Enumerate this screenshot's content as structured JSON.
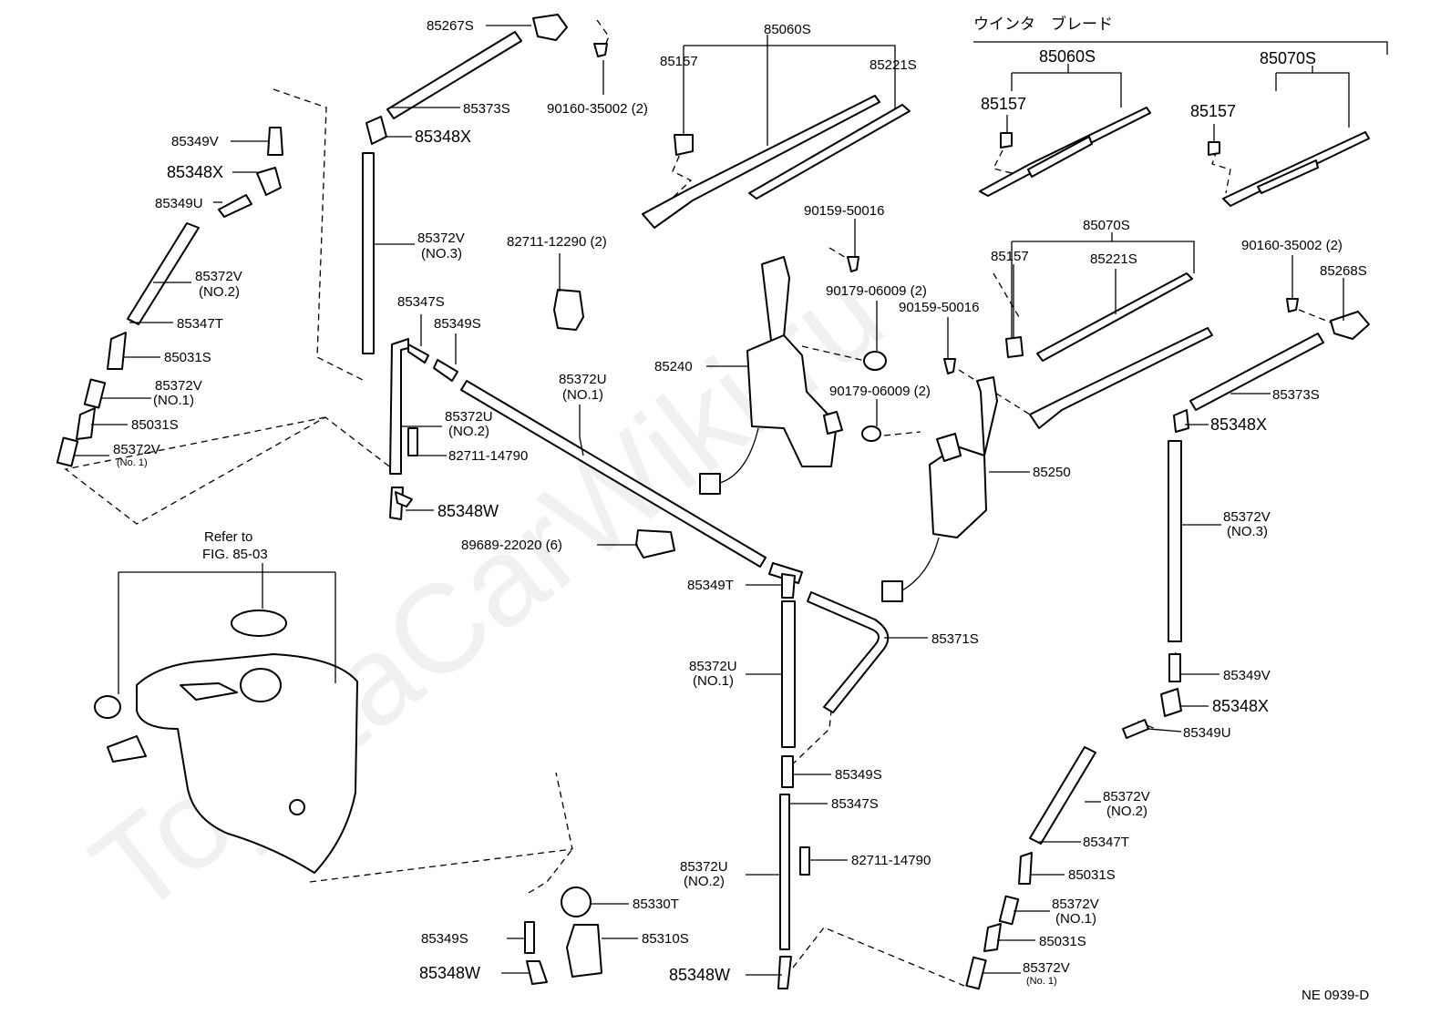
{
  "watermark": "ToyotaCarWiki.ru",
  "figure_code": "NE 0939-D",
  "header_japanese": "ウインタ　ブレード",
  "refer_line1": "Refer to",
  "refer_line2": "FIG. 85-03",
  "labels": {
    "l_85267S": "85267S",
    "l_85373S_a": "85373S",
    "l_90160_a": "90160-35002 (2)",
    "l_85348X_a": "85348X",
    "l_85349V_a": "85349V",
    "l_85348X_b": "85348X",
    "l_85349U_a": "85349U",
    "l_85372V_n2_a": "85372V",
    "l_no2_a": "(NO.2)",
    "l_85347T_a": "85347T",
    "l_85031S_a": "85031S",
    "l_85372V_n1_a": "85372V",
    "l_no1_a": "(NO.1)",
    "l_85031S_b": "85031S",
    "l_85372V_n1b": "85372V",
    "l_no1_sm_a": "(No. 1)",
    "l_85372V_n3_a": "85372V",
    "l_no3_a": "(NO.3)",
    "l_85347S_a": "85347S",
    "l_85349S_a": "85349S",
    "l_85372U_n2_a": "85372U",
    "l_no2_b": "(NO.2)",
    "l_82711_14790_a": "82711-14790",
    "l_85348W_a": "85348W",
    "l_82711_12290": "82711-12290 (2)",
    "l_85372U_n1_a": "85372U",
    "l_no1_b": "(NO.1)",
    "l_89689": "89689-22020 (6)",
    "l_85349T": "85349T",
    "l_85060S_a": "85060S",
    "l_85157_a": "85157",
    "l_85221S_a": "85221S",
    "l_90159_a": "90159-50016",
    "l_85240": "85240",
    "l_90179_a": "90179-06009 (2)",
    "l_90179_b": "90179-06009 (2)",
    "l_90159_b": "90159-50016",
    "l_85250": "85250",
    "l_85371S": "85371S",
    "l_85372U_n1_b": "85372U",
    "l_no1_c": "(NO.1)",
    "l_85349S_b": "85349S",
    "l_85347S_b": "85347S",
    "l_85372U_n2_b": "85372U",
    "l_no2_c": "(NO.2)",
    "l_82711_14790_b": "82711-14790",
    "l_85348W_b": "85348W",
    "l_85330T": "85330T",
    "l_85310S": "85310S",
    "l_85349S_c": "85349S",
    "l_85348W_c": "85348W",
    "l_85060S_b": "85060S",
    "l_85070S_a": "85070S",
    "l_85157_b": "85157",
    "l_85157_c": "85157",
    "l_85070S_b": "85070S",
    "l_85157_d": "85157",
    "l_85221S_b": "85221S",
    "l_90160_b": "90160-35002 (2)",
    "l_85268S": "85268S",
    "l_85373S_b": "85373S",
    "l_85348X_c": "85348X",
    "l_85372V_n3_b": "85372V",
    "l_no3_b": "(NO.3)",
    "l_85349V_b": "85349V",
    "l_85348X_d": "85348X",
    "l_85349U_b": "85349U",
    "l_85372V_n2_b": "85372V",
    "l_no2_d": "(NO.2)",
    "l_85347T_b": "85347T",
    "l_85031S_c": "85031S",
    "l_85372V_n1_c": "85372V",
    "l_no1_d": "(NO.1)",
    "l_85031S_d": "85031S",
    "l_85372V_n1_d": "85372V",
    "l_no1_sm_b": "(No. 1)"
  }
}
